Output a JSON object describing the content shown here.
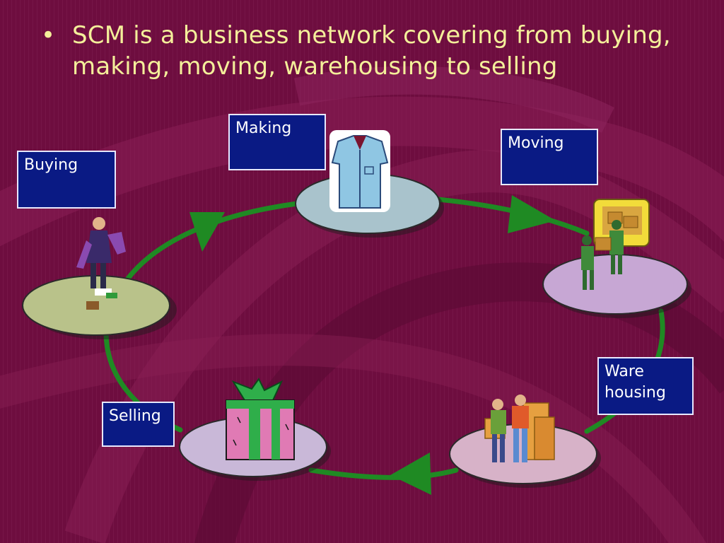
{
  "slide": {
    "bullet_symbol": "•",
    "bullet_text": "SCM is a business network covering from buying, making, moving, warehousing to selling"
  },
  "stages": {
    "buying": {
      "label": "Buying",
      "icon": "shopper-icon"
    },
    "making": {
      "label": "Making",
      "icon": "shirt-icon"
    },
    "moving": {
      "label": "Moving",
      "icon": "delivery-truck-icon"
    },
    "warehousing": {
      "label_line1": "Ware",
      "label_line2": "housing",
      "icon": "warehouse-workers-icon"
    },
    "selling": {
      "label": "Selling",
      "icon": "gift-box-icon"
    }
  },
  "colors": {
    "background": "#6e0d3f",
    "title_text": "#f4ef9a",
    "label_box": "#0a1a84",
    "cycle_arrow": "#1f8a23"
  }
}
